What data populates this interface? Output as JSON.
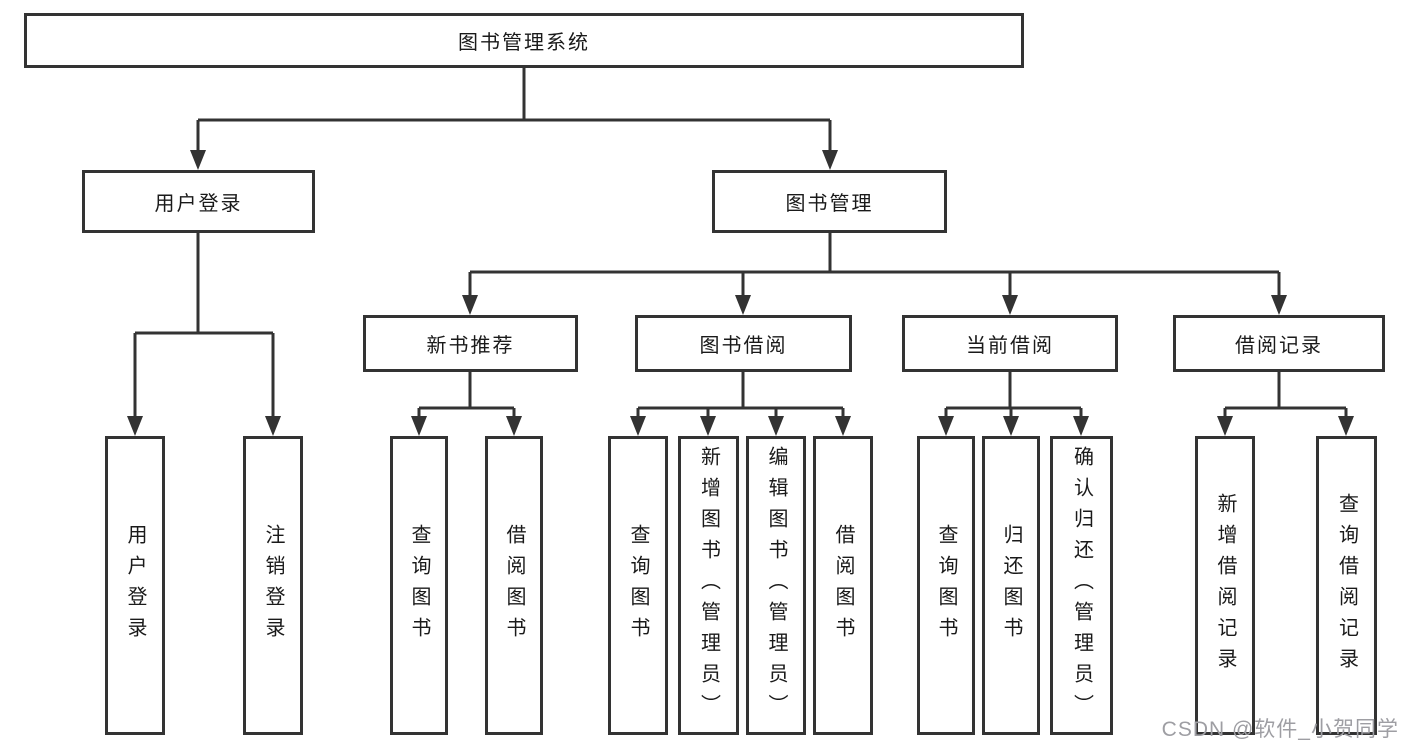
{
  "page": {
    "watermark": "CSDN @软件_小贺同学"
  },
  "colors": {
    "line": "#333333",
    "box_border": "#333333",
    "box_fill": "#ffffff",
    "text": "#1a1a1a",
    "background": "#ffffff",
    "watermark_text": "#9e9ea3"
  },
  "nodes": {
    "root": {
      "label": "图书管理系统"
    },
    "level2": [
      {
        "label": "用户登录"
      },
      {
        "label": "图书管理"
      }
    ],
    "level3": [
      {
        "label": "新书推荐"
      },
      {
        "label": "图书借阅"
      },
      {
        "label": "当前借阅"
      },
      {
        "label": "借阅记录"
      }
    ],
    "leaves": [
      {
        "label": "用户登录"
      },
      {
        "label": "注销登录"
      },
      {
        "label": "查询图书"
      },
      {
        "label": "借阅图书"
      },
      {
        "label": "查询图书"
      },
      {
        "label": "新增图书（管理员）"
      },
      {
        "label": "编辑图书（管理员）"
      },
      {
        "label": "借阅图书"
      },
      {
        "label": "查询图书"
      },
      {
        "label": "归还图书"
      },
      {
        "label": "确认归还（管理员）"
      },
      {
        "label": "新增借阅记录"
      },
      {
        "label": "查询借阅记录"
      }
    ]
  }
}
